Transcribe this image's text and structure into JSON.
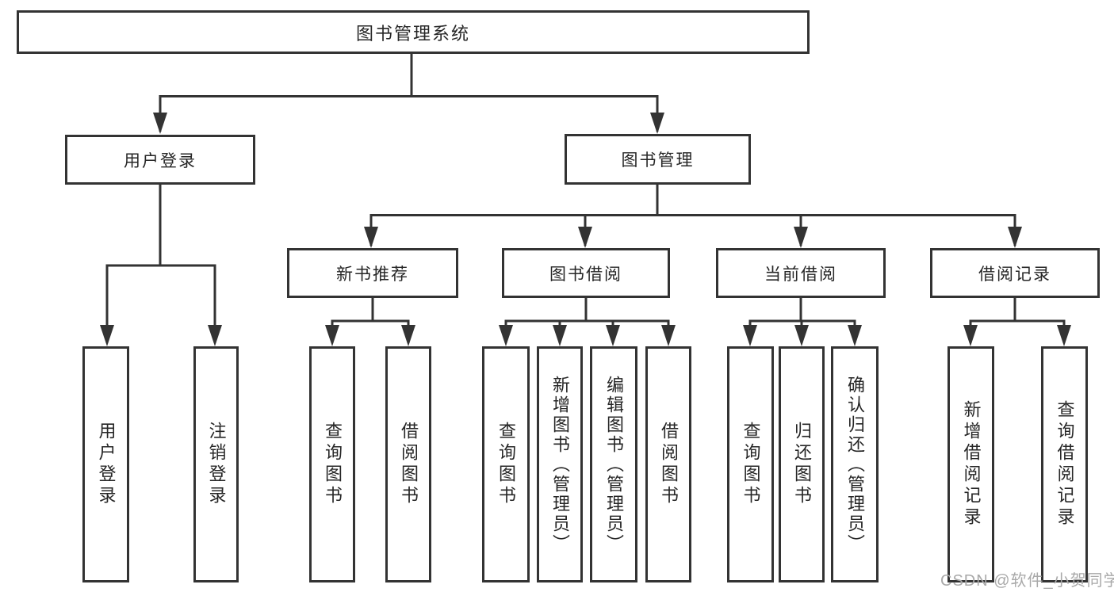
{
  "diagram": {
    "root": {
      "label": "图书管理系统"
    },
    "branches": [
      {
        "label": "用户登录",
        "children": [
          {
            "label": "用户登录"
          },
          {
            "label": "注销登录"
          }
        ]
      },
      {
        "label": "图书管理",
        "children": [
          {
            "label": "新书推荐",
            "children": [
              {
                "label": "查询图书"
              },
              {
                "label": "借阅图书"
              }
            ]
          },
          {
            "label": "图书借阅",
            "children": [
              {
                "label": "查询图书"
              },
              {
                "label": "新增图书（管理员）"
              },
              {
                "label": "编辑图书（管理员）"
              },
              {
                "label": "借阅图书"
              }
            ]
          },
          {
            "label": "当前借阅",
            "children": [
              {
                "label": "查询图书"
              },
              {
                "label": "归还图书"
              },
              {
                "label": "确认归还（管理员）"
              }
            ]
          },
          {
            "label": "借阅记录",
            "children": [
              {
                "label": "新增借阅记录"
              },
              {
                "label": "查询借阅记录"
              }
            ]
          }
        ]
      }
    ]
  },
  "watermark": "CSDN @软件_小贺同学",
  "colors": {
    "line": "#333333",
    "border": "#333333",
    "text": "#262626",
    "watermark": "#a9a9a9",
    "background": "#ffffff"
  }
}
